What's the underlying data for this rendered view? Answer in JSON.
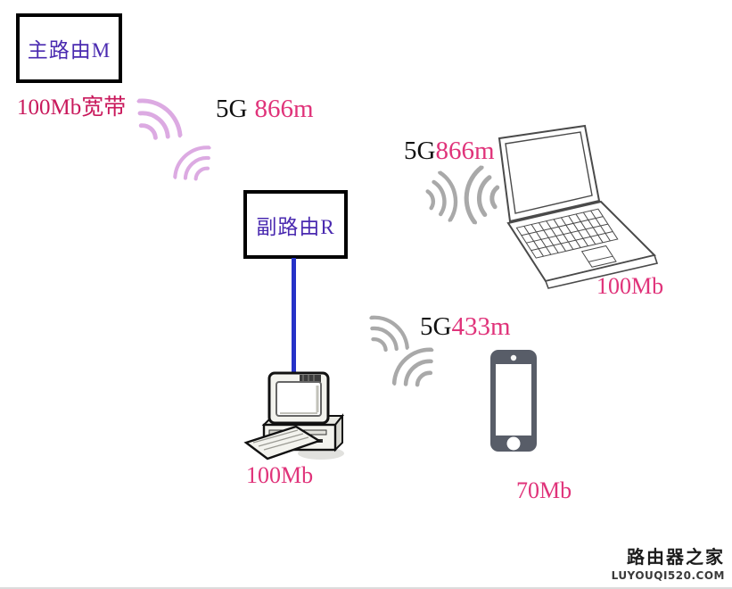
{
  "diagram_title": "wireless-bridge-network-diagram",
  "colors": {
    "router_text": "#4a2ab0",
    "box_border": "#000000",
    "broadband_text": "#c9195c",
    "rate_text": "#e0337a",
    "band_text": "#111111",
    "pink_wifi_arc": "#dcaae2",
    "gray_wifi_arc": "#a9a9a9",
    "ethernet_cable": "#2531c8",
    "phone_body": "#585d68"
  },
  "nodes": {
    "main_router": {
      "label": "主路由M"
    },
    "sub_router": {
      "label": "副路由R"
    },
    "laptop": {
      "speed": "100Mb"
    },
    "desktop": {
      "speed": "100Mb"
    },
    "phone": {
      "speed": "70Mb"
    }
  },
  "links": {
    "wan": {
      "label": "100Mb宽带"
    },
    "backhaul": {
      "band": "5G",
      "rate": "866m",
      "medium": "wireless"
    },
    "laptop": {
      "band": "5G",
      "rate": "866m",
      "medium": "wireless"
    },
    "phone": {
      "band": "5G",
      "rate": "433m",
      "medium": "wireless"
    },
    "lan": {
      "medium": "wired"
    }
  },
  "watermark": {
    "title": "路由器之家",
    "url": "LUYOUQI520.COM"
  }
}
